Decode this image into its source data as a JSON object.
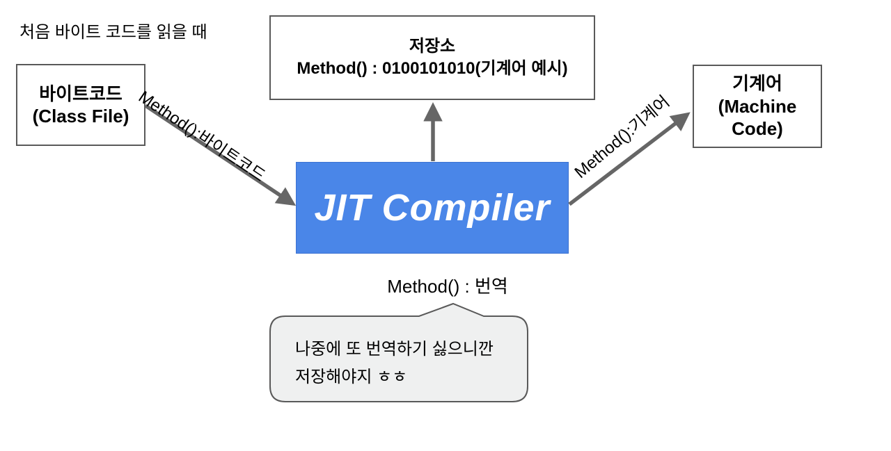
{
  "caption": "처음 바이트 코드를 읽을 때",
  "boxes": {
    "bytecode": {
      "title": "바이트코드",
      "subtitle": "(Class File)"
    },
    "storage": {
      "title": "저장소",
      "subtitle": "Method() : 0100101010(기계어 예시)"
    },
    "machine": {
      "title": "기계어",
      "subtitle": "(Machine Code)"
    },
    "jit": {
      "label": "JIT Compiler"
    }
  },
  "arrows": {
    "bytecode_to_jit_label": "Method():바이트코드",
    "jit_to_machine_label": "Method():기계어"
  },
  "jit_output_label": "Method() : 번역",
  "speech_bubble": {
    "line1": "나중에 또 번역하기 싫으니깐",
    "line2": "저장해야지 ㅎㅎ"
  },
  "colors": {
    "jit_blue": "#4a86e8",
    "jit_blue_border": "#3c72d1",
    "arrow_gray": "#666666",
    "border_gray": "#595959",
    "bubble_fill": "#eff0f0"
  }
}
